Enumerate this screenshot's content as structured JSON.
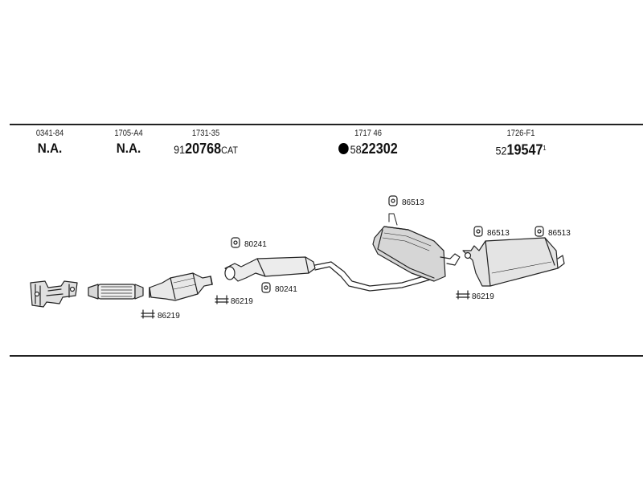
{
  "columns": [
    {
      "code": "0341-84",
      "ref": "N.A."
    },
    {
      "code": "1705-A4",
      "ref": "N.A."
    },
    {
      "code": "1731-35",
      "ref_prefix": "91",
      "ref_main": "20768",
      "ref_suffix": "CAT"
    },
    {
      "code": "1717 46",
      "ref_prefix": "58",
      "ref_main": "22302"
    },
    {
      "code": "1726-F1",
      "ref_prefix": "52",
      "ref_main": "19547",
      "ref_sup": "1"
    }
  ],
  "part_labels": {
    "clamp_left": "86219",
    "clamp_mid": "86219",
    "clamp_right": "86219",
    "mount_front_top": "80241",
    "mount_front_bottom": "80241",
    "mount_mid": "86513",
    "mount_rear_left": "86513",
    "mount_rear_right": "86513"
  },
  "colors": {
    "line": "#222222",
    "fill_light": "#e8e8e8",
    "fill_mid": "#bdbdbd",
    "fill_dark": "#8a8a8a"
  }
}
